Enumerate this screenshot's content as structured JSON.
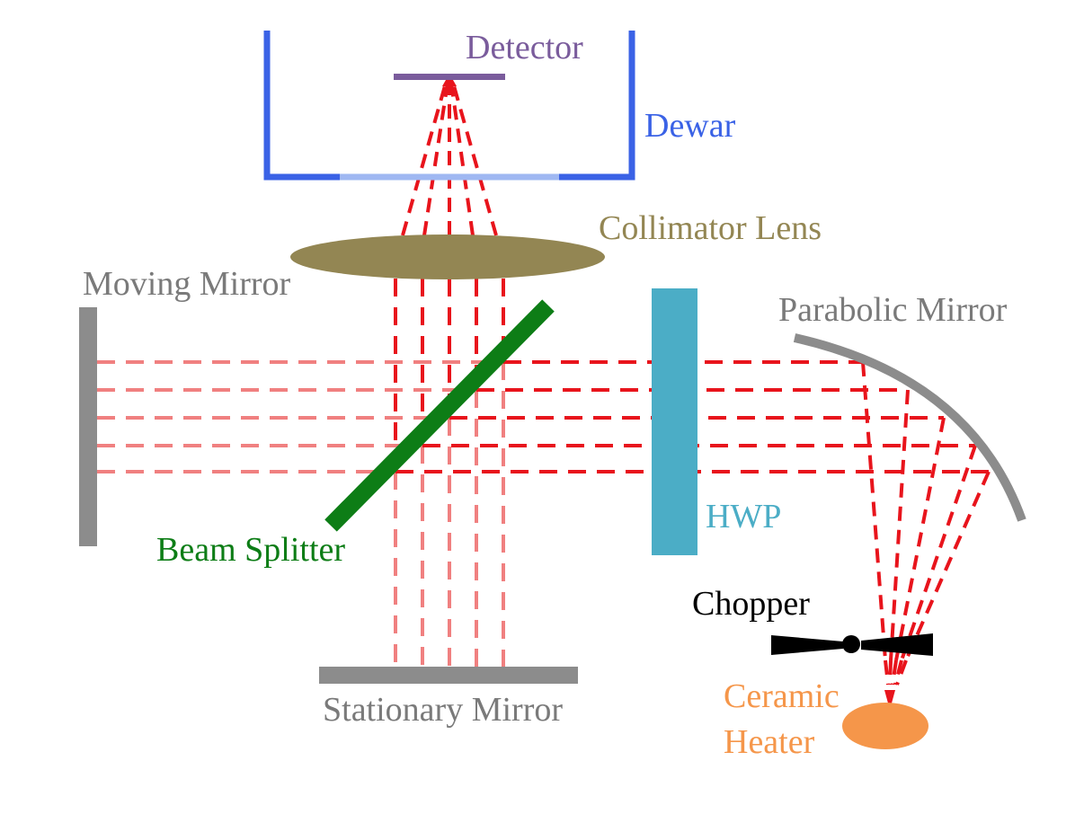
{
  "labels": {
    "detector": "Detector",
    "dewar": "Dewar",
    "collimator_lens": "Collimator Lens",
    "moving_mirror": "Moving Mirror",
    "parabolic_mirror": "Parabolic Mirror",
    "beam_splitter": "Beam Splitter",
    "hwp": "HWP",
    "chopper": "Chopper",
    "stationary_mirror": "Stationary Mirror",
    "ceramic_heater_line1": "Ceramic",
    "ceramic_heater_line2": "Heater"
  },
  "colors": {
    "detector": "#7a5c9c",
    "dewar": "#3a62e6",
    "dewar_window": "#9fb8f2",
    "collimator_lens": "#938653",
    "mirror_gray": "#8c8c8c",
    "label_gray": "#7a7a7a",
    "beam_splitter": "#0d7d16",
    "hwp": "#4badc6",
    "chopper": "#000000",
    "ceramic_heater": "#f5964a",
    "beam_strong": "#e8141c",
    "beam_faint": "#f08080"
  }
}
